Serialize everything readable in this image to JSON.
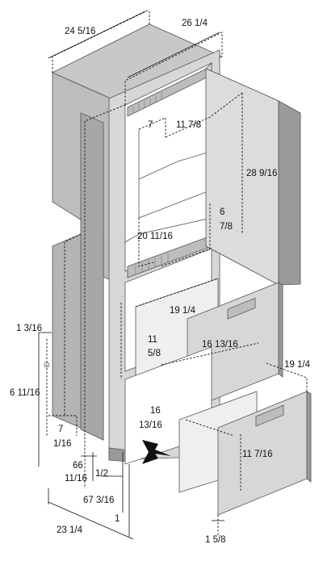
{
  "diagram": {
    "colors": {
      "panel_light": "#d7d7d7",
      "panel_mid": "#bdbdbd",
      "panel_dark": "#9a9a9a",
      "panel_top": "#c8c8c8",
      "interior": "#ffffff",
      "frame": "#b0b0b0",
      "line": "#111111",
      "arrow": "#111111"
    },
    "dimensions": {
      "overall_width": "24 5/16",
      "overall_depth": "26 1/4",
      "fridge_width": "7",
      "fridge_inner_width": "11 7/8",
      "fridge_door_height": "28 9/16",
      "fridge_interior_width": "20 11/16",
      "fridge_shelf_a": "6",
      "fridge_shelf_b": "7/8",
      "drawer1_depth": "19 1/4",
      "drawer1_h_a": "11",
      "drawer1_h_b": "5/8",
      "drawer1_width": "16 13/16",
      "left_upper": "1 3/16",
      "left_mid": "6 11/16",
      "left_low_a": "7",
      "left_low_b": "1/16",
      "drawer2_depth": "19 1/4",
      "drawer2_w_a": "16",
      "drawer2_w_b": "13/16",
      "drawer2_height": "11 7/16",
      "base_a": "66",
      "base_b": "11/16",
      "base_c": "1/2",
      "height_total": "67 3/16",
      "small_gap": "1",
      "bottom_depth": "23 1/4",
      "bottom_right": "1 5/8"
    }
  }
}
